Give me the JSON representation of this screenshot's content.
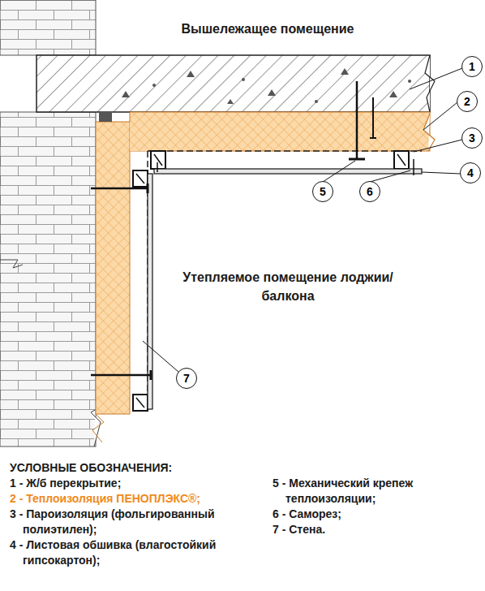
{
  "diagram": {
    "nodes": [
      {
        "text": [
          "1"
        ]
      },
      {
        "text": [
          "2"
        ]
      },
      {
        "text": [
          "3"
        ]
      },
      {
        "text": [
          "4"
        ]
      },
      {
        "text": [
          "5"
        ]
      },
      {
        "text": [
          "6"
        ]
      },
      {
        "text": [
          "7"
        ]
      }
    ],
    "labels": [
      "Вышележащее помещение",
      "Утепляемое помещение лоджии/балкона",
      "УСЛОВНЫЕ ОБОЗНАЧЕНИЯ:"
    ],
    "legend": [
      {
        "text": "1 - Ж/б перекрытие;"
      },
      {
        "text": "2 - Теплоизоляция ПЕНОПЛЭКС®;"
      },
      {
        "text": "3 - Пароизоляция (фольгированный полиэтилен);"
      },
      {
        "text": "4 - Листовая обшивка (влагостойкий гипсокартон);"
      },
      {
        "text": "5 - Механический крепеж теплоизоляции;"
      },
      {
        "text": "6 - Саморез;"
      },
      {
        "text": "7 - Стена."
      }
    ]
  }
}
